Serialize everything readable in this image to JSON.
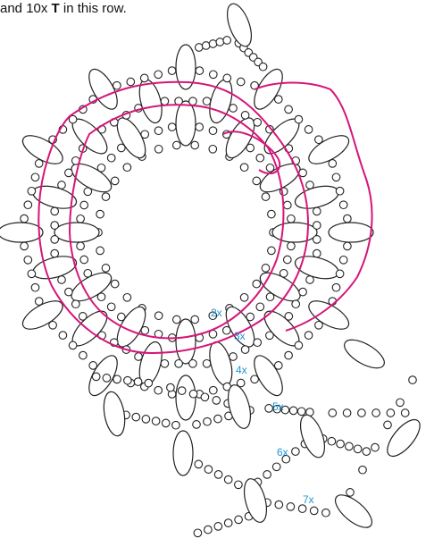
{
  "caption": {
    "prefix": "and 10x ",
    "bead": "T",
    "suffix": " in this row."
  },
  "colors": {
    "thread": "#d6157a",
    "bead_stroke": "#222222",
    "label": "#1f96d3"
  },
  "row_labels": [
    "2x",
    "3x",
    "4x",
    "5x",
    "6x",
    "7x"
  ]
}
